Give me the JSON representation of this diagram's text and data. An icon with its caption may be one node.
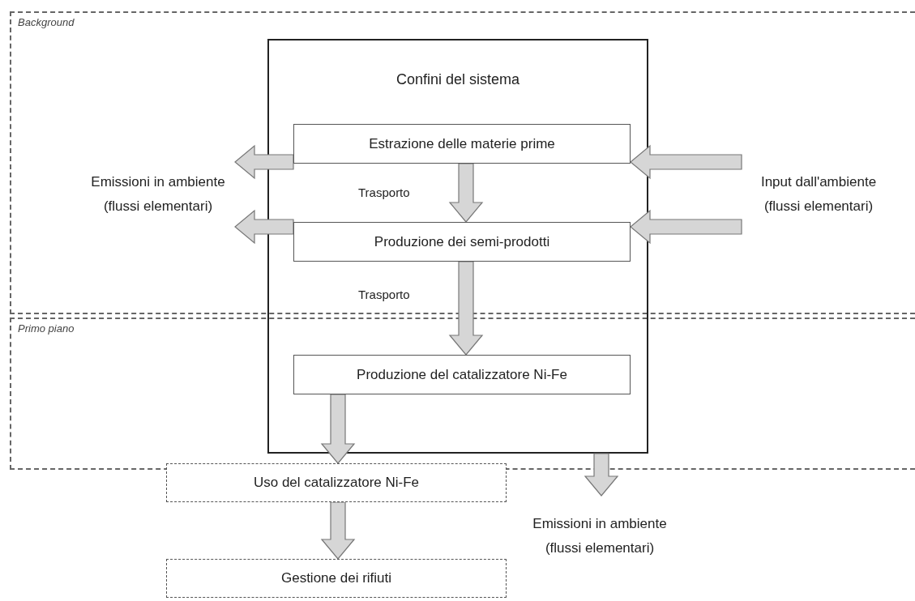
{
  "diagram": {
    "nodes": [
      {
        "text": [
          "Background"
        ]
      },
      {
        "text": [
          "Primo piano"
        ]
      },
      {
        "text": [
          "Confini del sistema"
        ]
      },
      {
        "text": [
          "Estrazione delle materie prime"
        ]
      },
      {
        "text": [
          "Produzione dei semi-prodotti"
        ]
      },
      {
        "text": [
          "Produzione del catalizzatore Ni-Fe"
        ]
      },
      {
        "text": [
          "Emissioni in ambiente (flussi elementari)"
        ],
        "in": 0
      },
      {
        "text": [
          "Input dall'ambiente (flussi elementari)"
        ],
        "in": 0
      },
      {
        "text": [
          "Uso del catalizzatore Ni-Fe"
        ]
      },
      {
        "text": [
          "Gestione dei rifiuti"
        ]
      },
      {
        "text": [
          "Emissioni in ambiente (flussi elementari)"
        ]
      }
    ],
    "edges": [
      {
        "from": 3,
        "to": 6,
        "arrow": "to"
      },
      {
        "from": 7,
        "to": 3,
        "arrow": "to"
      },
      {
        "from": 3,
        "to": 4,
        "label": "Trasporto",
        "arrow": "to"
      },
      {
        "from": 4,
        "to": 6,
        "arrow": "to"
      },
      {
        "from": 7,
        "to": 4,
        "arrow": "to"
      },
      {
        "from": 4,
        "to": 5,
        "label": "Trasporto",
        "arrow": "to"
      },
      {
        "from": 5,
        "to": 8,
        "arrow": "to"
      },
      {
        "from": 2,
        "to": 10,
        "arrow": "to"
      },
      {
        "from": 8,
        "to": 9,
        "arrow": "to"
      }
    ]
  }
}
